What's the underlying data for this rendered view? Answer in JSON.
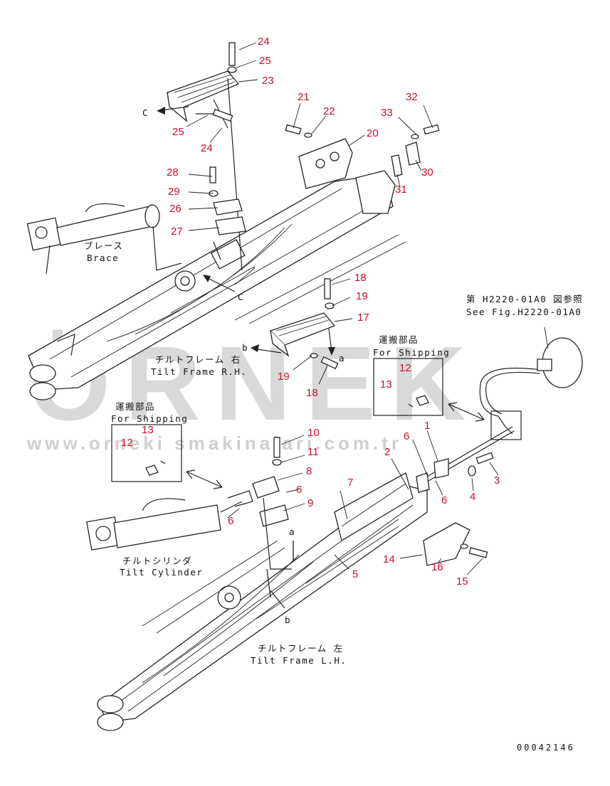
{
  "drawing_number": "00042146",
  "watermark": {
    "logo_text": "ÖRNEK",
    "url_text": "www.orneki smakinalari.com.tr"
  },
  "labels": {
    "brace_jp": "ブレース",
    "brace_en": "Brace",
    "tilt_frame_rh_jp": "チルトフレーム 右",
    "tilt_frame_rh_en": "Tilt Frame R.H.",
    "tilt_frame_lh_jp": "チルトフレーム 左",
    "tilt_frame_lh_en": "Tilt Frame L.H.",
    "tilt_cylinder_jp": "チルトシリンダ",
    "tilt_cylinder_en": "Tilt Cylinder",
    "shipping_jp_1": "運搬部品",
    "shipping_en_1": "For Shipping",
    "shipping_jp_2": "運搬部品",
    "shipping_en_2": "For Shipping",
    "see_fig_jp": "第 H2220-01A0 図参照",
    "see_fig_en": "See Fig.H2220-01A0"
  },
  "view_markers": {
    "c_top": "C",
    "c_mid": "C",
    "b_mid": "b",
    "a_mid": "a",
    "a_low": "a",
    "b_low": "b"
  },
  "callouts": [
    "24",
    "25",
    "23",
    "25",
    "24",
    "21",
    "22",
    "20",
    "33",
    "32",
    "30",
    "31",
    "28",
    "29",
    "26",
    "27",
    "18",
    "19",
    "17",
    "19",
    "18",
    "12",
    "13",
    "12",
    "13",
    "1",
    "10",
    "11",
    "8",
    "6",
    "9",
    "6",
    "7",
    "2",
    "6",
    "6",
    "4",
    "3",
    "5",
    "14",
    "16",
    "15"
  ]
}
